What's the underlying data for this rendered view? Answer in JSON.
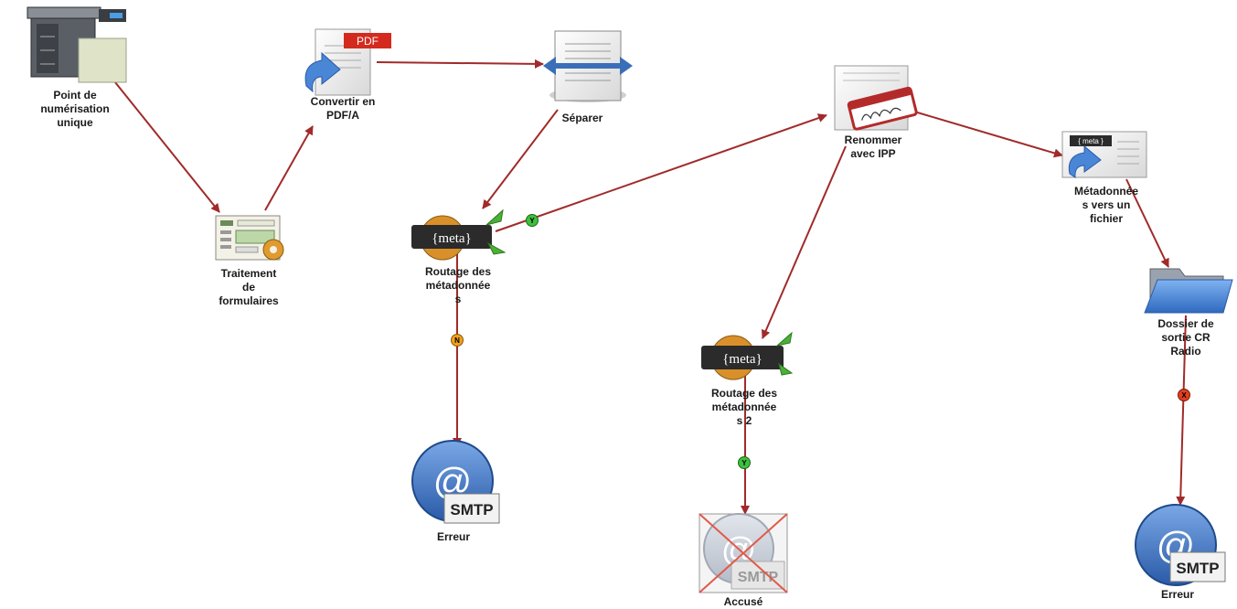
{
  "nodes": {
    "scan": {
      "label": "Point de\nnumérisation\nunique",
      "icon": "scanner-icon"
    },
    "forms": {
      "label": "Traitement\nde\nformulaires",
      "icon": "form-processing-icon"
    },
    "pdf": {
      "label": "Convertir en\nPDF/A",
      "icon": "pdf-convert-icon",
      "icon_text": "PDF"
    },
    "split": {
      "label": "Séparer",
      "icon": "split-document-icon"
    },
    "meta_route1": {
      "label": "Routage des\nmétadonnée\ns",
      "icon": "metadata-routing-icon",
      "icon_text": "{meta}"
    },
    "rename": {
      "label": "Renommer\navec IPP",
      "icon": "rename-icon"
    },
    "meta_file": {
      "label": "Métadonnée\ns vers un\nfichier",
      "icon": "metadata-to-file-icon",
      "icon_text": "{ meta }"
    },
    "out_folder": {
      "label": "Dossier de\nsortie CR\nRadio",
      "icon": "folder-icon"
    },
    "meta_route2": {
      "label": "Routage des\nmétadonnée\ns 2",
      "icon": "metadata-routing-icon",
      "icon_text": "{meta}"
    },
    "err1": {
      "label": "Erreur",
      "icon": "smtp-mail-icon",
      "icon_text": "SMTP"
    },
    "ack": {
      "label": "Accusé",
      "icon": "smtp-mail-disabled-icon",
      "icon_text": "SMTP"
    },
    "err2": {
      "label": "Erreur",
      "icon": "smtp-mail-icon",
      "icon_text": "SMTP"
    }
  },
  "badges": {
    "yes": "Y",
    "no": "N",
    "error": "X"
  },
  "colors": {
    "connector": "#a12a2a",
    "badge_yes": "#3fbf3f",
    "badge_no": "#f0a020",
    "badge_error": "#e04020",
    "mail_blue": "#3a6fb8",
    "folder_blue": "#4a86d6"
  }
}
